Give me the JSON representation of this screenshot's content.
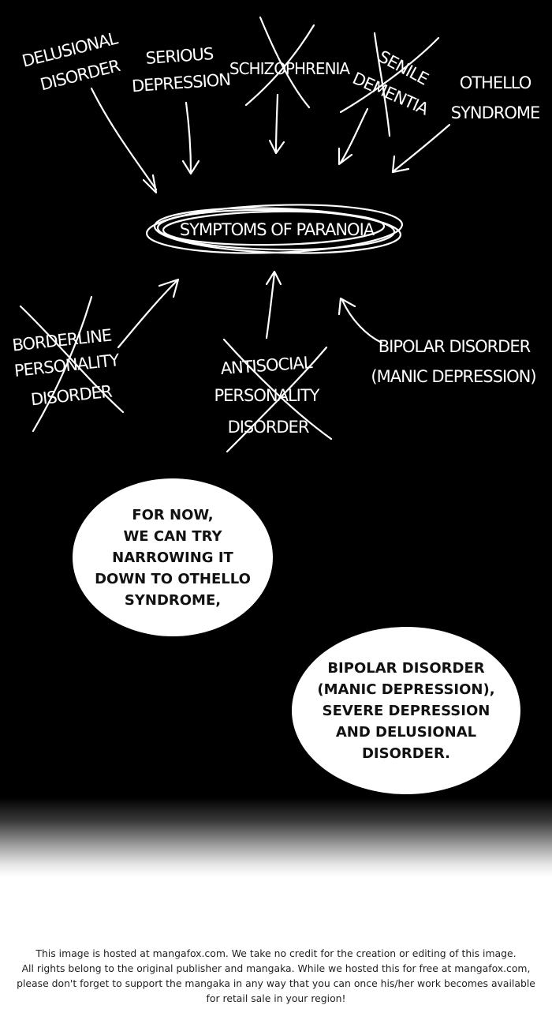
{
  "diagram": {
    "center": "SYMPTOMS OF PARANOIA",
    "top_items": [
      {
        "lines": [
          "DELUSIONAL",
          "DISORDER"
        ],
        "crossed": false
      },
      {
        "lines": [
          "SERIOUS",
          "DEPRESSION"
        ],
        "crossed": false
      },
      {
        "lines": [
          "SCHIZOPHRENIA"
        ],
        "crossed": true
      },
      {
        "lines": [
          "SENILE",
          "DEMENTIA"
        ],
        "crossed": true
      },
      {
        "lines": [
          "OTHELLO",
          "SYNDROME"
        ],
        "crossed": false
      }
    ],
    "bottom_items": [
      {
        "lines": [
          "BORDERLINE",
          "PERSONALITY",
          "DISORDER"
        ],
        "crossed": true
      },
      {
        "lines": [
          "ANTISOCIAL",
          "PERSONALITY",
          "DISORDER"
        ],
        "crossed": true
      },
      {
        "lines": [
          "BIPOLAR DISORDER",
          "(MANIC DEPRESSION)"
        ],
        "crossed": false
      }
    ]
  },
  "bubbles": [
    {
      "lines": [
        "FOR NOW,",
        "WE CAN TRY",
        "NARROWING IT",
        "DOWN TO OTHELLO",
        "SYNDROME,"
      ]
    },
    {
      "lines": [
        "BIPOLAR DISORDER",
        "(MANIC DEPRESSION),",
        "SEVERE DEPRESSION",
        "AND DELUSIONAL",
        "DISORDER."
      ]
    }
  ],
  "footer": {
    "lines": [
      "This image is hosted at mangafox.com. We take no credit for the creation or editing of this image.",
      "All rights belong to the original publisher and mangaka. While we hosted this for free at mangafox.com,",
      "please don't forget to support the mangaka in any way that you can once his/her work becomes available",
      "for retail sale in your region!"
    ]
  },
  "colors": {
    "panel_background": "#000000",
    "chalk": "#ffffff",
    "bubble": "#ffffff",
    "bubble_text": "#111111",
    "footer_text": "#222222"
  }
}
